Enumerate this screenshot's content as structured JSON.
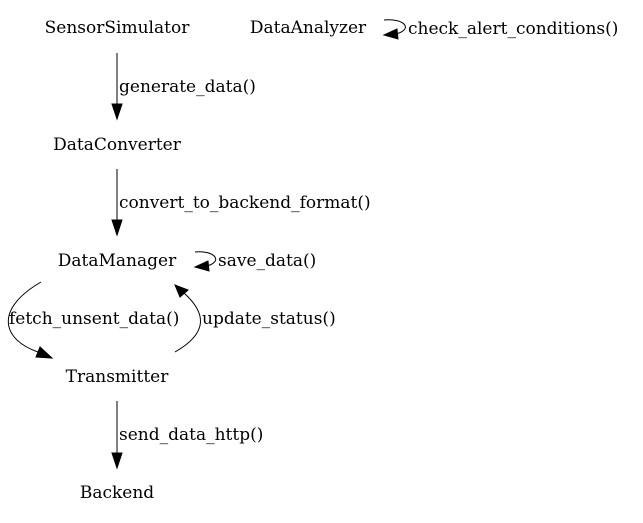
{
  "diagram": {
    "nodes": {
      "sensor_simulator": "SensorSimulator",
      "data_analyzer": "DataAnalyzer",
      "data_converter": "DataConverter",
      "data_manager": "DataManager",
      "transmitter": "Transmitter",
      "backend": "Backend"
    },
    "edges": {
      "generate_data": "generate_data()",
      "convert_to_backend_format": "convert_to_backend_format()",
      "save_data": "save_data()",
      "fetch_unsent_data": "fetch_unsent_data()",
      "update_status": "update_status()",
      "send_data_http": "send_data_http()",
      "check_alert_conditions": "check_alert_conditions()"
    }
  }
}
